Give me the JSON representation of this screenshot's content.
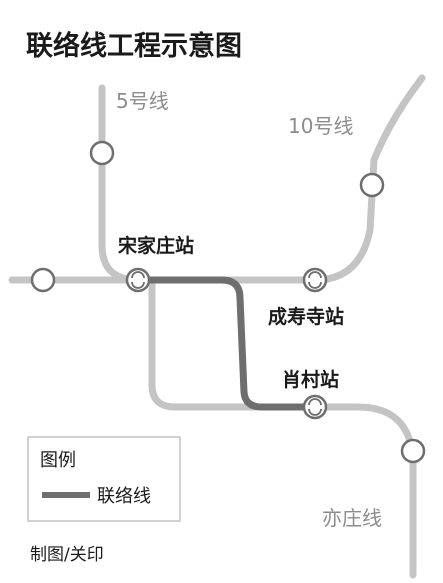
{
  "title": "联络线工程示意图",
  "lines": {
    "line5": "5号线",
    "line10": "10号线",
    "yizhuang": "亦庄线"
  },
  "stations": {
    "songjiazhuang": "宋家庄站",
    "chengshousi": "成寿寺站",
    "xiaocun": "肖村站"
  },
  "legend": {
    "title": "图例",
    "connector_label": "联络线"
  },
  "credit": "制图/关印",
  "colors": {
    "metro_line": "#c4c4c4",
    "connector_line": "#6e6e6e",
    "station_stroke": "#6e6e6e",
    "text": "#1a1a1a",
    "line_label": "#8c8c8c"
  },
  "icons": {
    "station": "station-circle-icon",
    "transfer": "transfer-station-icon"
  }
}
